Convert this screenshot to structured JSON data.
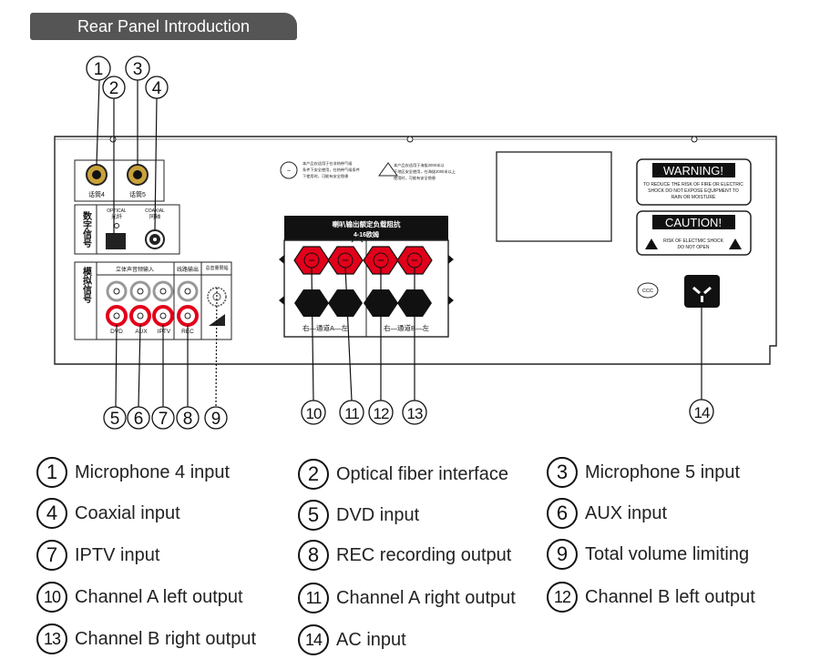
{
  "header": {
    "title": "Rear Panel Introduction"
  },
  "panel": {
    "mic4_label": "话筒4",
    "mic5_label": "话筒5",
    "digital_group_label": "数字信号",
    "optical_label_en": "OPTICAL",
    "optical_label_cn": "光纤",
    "coaxial_label_en": "COAXIAL",
    "coaxial_label_cn": "同轴",
    "analog_group_label": "模拟信号",
    "stereo_in_label": "立体声音频输入",
    "line_out_label": "线路输出",
    "volume_limit_label": "总音量限幅",
    "input_labels": [
      "DVD",
      "AUX",
      "IPTV",
      "REC"
    ],
    "speaker_header_line1": "喇叭输出额定负载阻抗",
    "speaker_header_line2": "4-16欧姆",
    "channel_a_label": "右—通道A—左",
    "channel_b_label": "右—通道B—左",
    "warning_title": "WARNING!",
    "warning_text_1": "TO REDUCE THE RISK OF FIRE OR ELECTRIC",
    "warning_text_2": "SHOCK DO NOT EXPOSE EQUIPMENT TO",
    "warning_text_3": "RAIN OR MOISTURE",
    "caution_title": "CAUTION!",
    "caution_text_1": "RISK OF ELECTMIC SHOCK",
    "caution_text_2": "DO NOT OPEN",
    "notice_1_line1": "本产品仅适用于在非热带气候",
    "notice_1_line2": "条件下安全使用，在热带气候条件",
    "notice_1_line3": "下使用时，可能有安全隐患",
    "notice_2_line1": "本产品仅适用于海拔2000米以",
    "notice_2_line2": "下地区安全使用，在海拔2000米以上",
    "notice_2_line3": "使用时，可能有安全隐患",
    "ccc_mark": "CCC"
  },
  "callouts": [
    "1",
    "2",
    "3",
    "4",
    "5",
    "6",
    "7",
    "8",
    "9",
    "10",
    "11",
    "12",
    "13",
    "14"
  ],
  "legend": [
    {
      "num": "1",
      "label": "Microphone 4 input"
    },
    {
      "num": "2",
      "label": "Optical fiber interface"
    },
    {
      "num": "3",
      "label": "Microphone 5 input"
    },
    {
      "num": "4",
      "label": "Coaxial input"
    },
    {
      "num": "5",
      "label": "DVD input"
    },
    {
      "num": "6",
      "label": "AUX input"
    },
    {
      "num": "7",
      "label": "IPTV input"
    },
    {
      "num": "8",
      "label": "REC recording output"
    },
    {
      "num": "9",
      "label": "Total volume limiting"
    },
    {
      "num": "10",
      "label": "Channel A left output"
    },
    {
      "num": "11",
      "label": "Channel A right output"
    },
    {
      "num": "12",
      "label": "Channel B left output"
    },
    {
      "num": "13",
      "label": "Channel B right output"
    },
    {
      "num": "14",
      "label": "AC input"
    }
  ],
  "colors": {
    "red_rca": "#e3001b",
    "speaker_red": "#e2001a",
    "tab_gray": "#555555"
  }
}
